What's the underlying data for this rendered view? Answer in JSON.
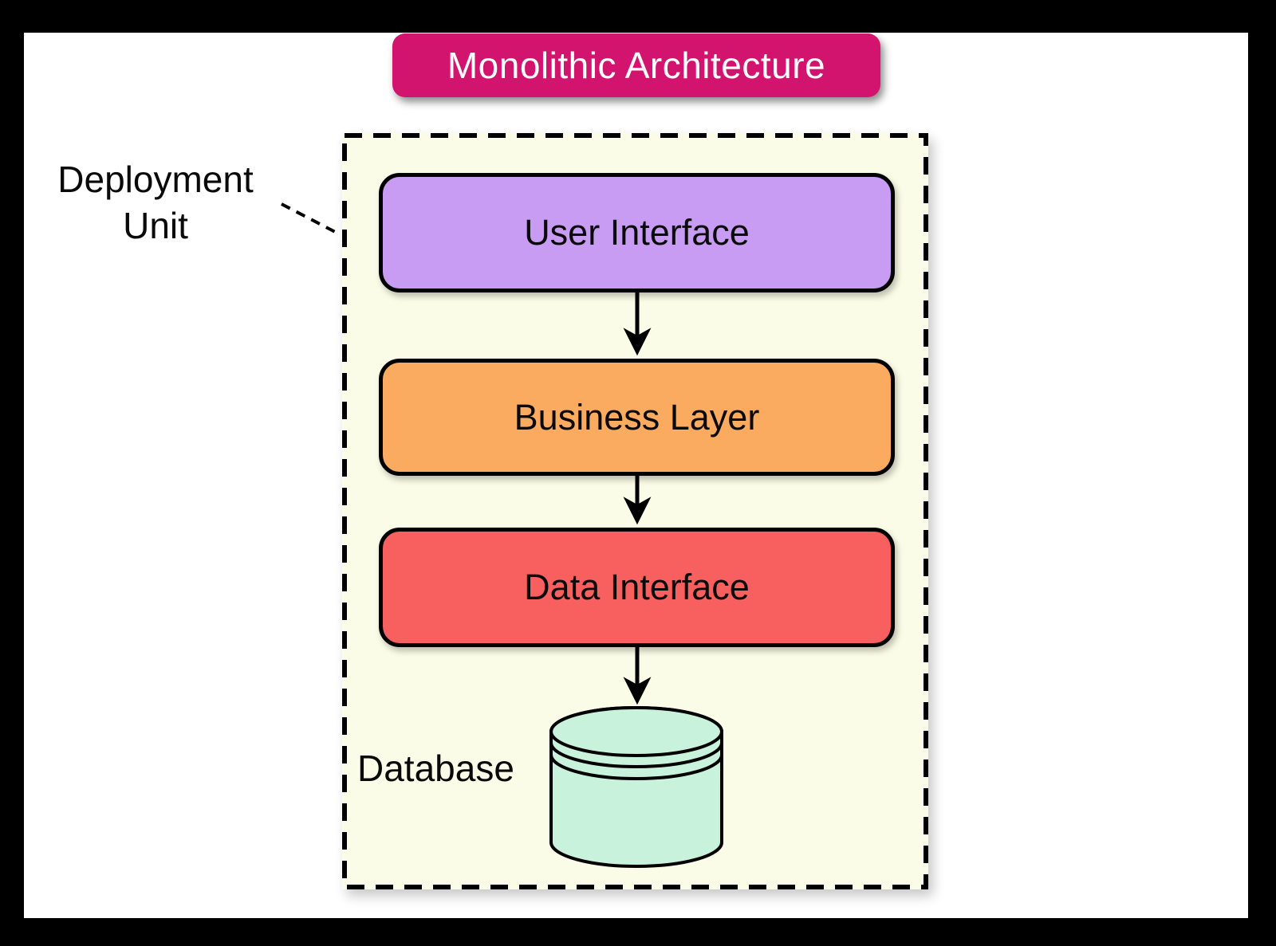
{
  "title": "Monolithic Architecture",
  "deployment_unit": {
    "label": "Deployment\nUnit"
  },
  "layers": [
    {
      "id": "user-interface",
      "label": "User Interface",
      "color": "#C89CF2"
    },
    {
      "id": "business-layer",
      "label": "Business Layer",
      "color": "#FAAB5F"
    },
    {
      "id": "data-interface",
      "label": "Data Interface",
      "color": "#F7605E"
    }
  ],
  "database": {
    "label": "Database",
    "color": "#C9F2DC"
  },
  "colors": {
    "banner_bg": "#D2146E",
    "banner_text": "#FFFFFF",
    "container_bg": "#FAFCE7",
    "frame": "#000000",
    "canvas": "#FFFFFF",
    "stroke": "#000000"
  }
}
